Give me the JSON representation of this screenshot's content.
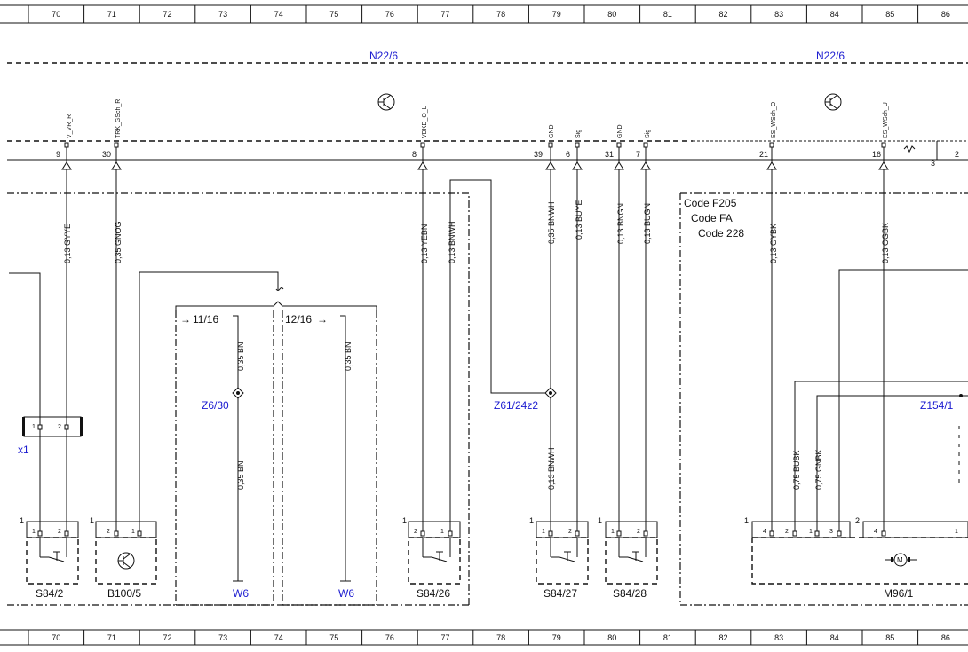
{
  "ruler": {
    "cells": [
      "70",
      "71",
      "72",
      "73",
      "74",
      "75",
      "76",
      "77",
      "78",
      "79",
      "80",
      "81",
      "82",
      "83",
      "84",
      "85",
      "86"
    ]
  },
  "control_unit": {
    "label_left": "N22/6",
    "label_right": "N22/6",
    "signal_labels": [
      "V_VR_R",
      "TRK_GSch_R",
      "VDKD_O_L",
      "GND",
      "Sig",
      "GND",
      "Sig",
      "ES_WSch_O",
      "ES_WSch_U"
    ],
    "pin_numbers": [
      "9",
      "30",
      "8",
      "39",
      "6",
      "31",
      "7",
      "21",
      "16",
      "3",
      "2"
    ]
  },
  "wires": {
    "w1": "0,13 GYYE",
    "w2": "0,35 GNOG",
    "w3": "0,13 YEBN",
    "w4": "0,13 BNWH",
    "w5": "0,35 BNWH",
    "w6": "0,13 BUYE",
    "w7": "0,13 BNGN",
    "w8": "0,13 BUGN",
    "w9": "0,13 GYBK",
    "w10": "0,13 OGBK",
    "w11": "0,35 BN",
    "w12": "0,35 BN",
    "w13": "0,35 BN",
    "w14": "0,13 BNWH",
    "w15": "0,75 BUBK",
    "w16": "0,75 GNBK"
  },
  "codes": [
    "Code F205",
    "Code FA",
    "Code 228"
  ],
  "connectors": {
    "x1": "x1",
    "z6": "Z6/30",
    "z61": "Z61/24z2",
    "z154": "Z154/1",
    "w6a": "W6",
    "w6b": "W6"
  },
  "refs": {
    "r1": "11/16",
    "r2": "12/16"
  },
  "components": {
    "s84_2": "S84/2",
    "b100_5": "B100/5",
    "s84_26": "S84/26",
    "s84_27": "S84/27",
    "s84_28": "S84/28",
    "m96_1": "M96/1"
  },
  "pins": {
    "one": "1",
    "two": "2",
    "three": "3",
    "four": "4"
  }
}
